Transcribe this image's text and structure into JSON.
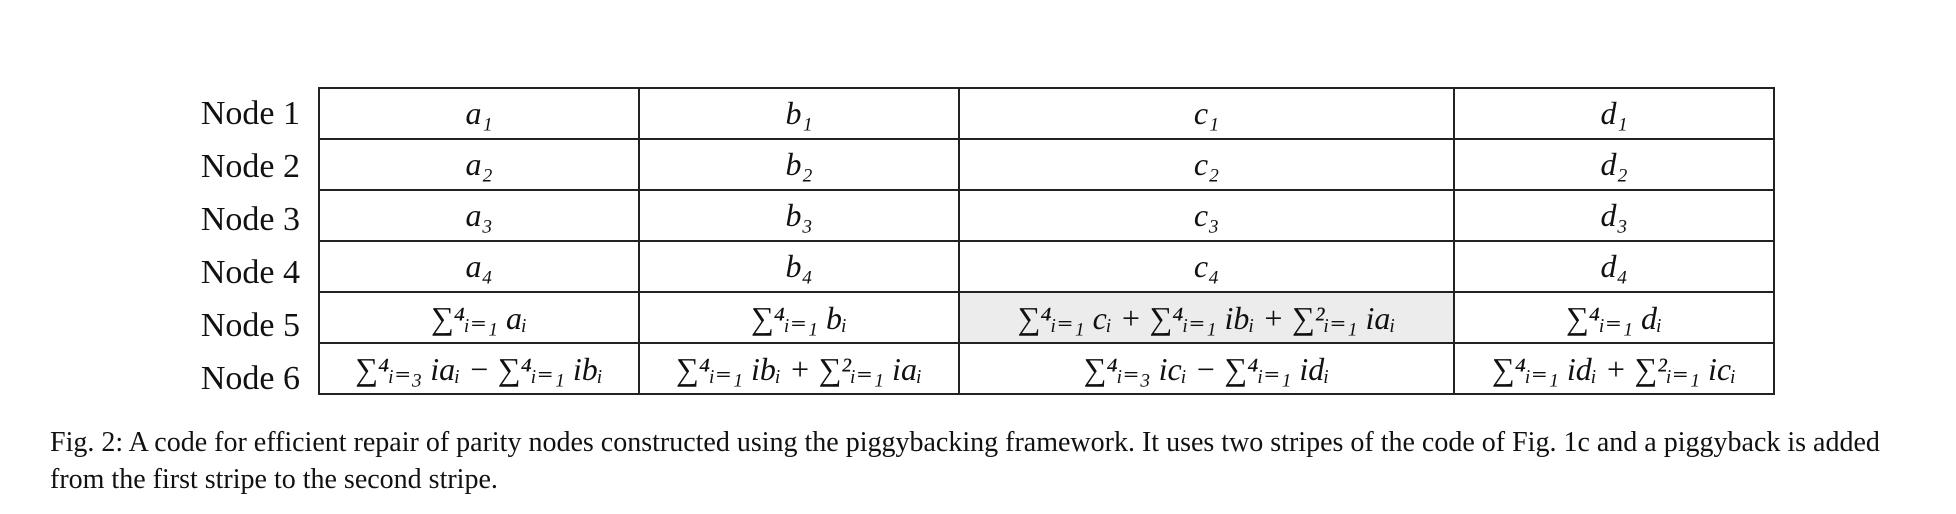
{
  "table": {
    "row_labels": [
      "Node 1",
      "Node 2",
      "Node 3",
      "Node 4",
      "Node 5",
      "Node 6"
    ],
    "rows": [
      [
        "a₁",
        "b₁",
        "c₁",
        "d₁"
      ],
      [
        "a₂",
        "b₂",
        "c₂",
        "d₂"
      ],
      [
        "a₃",
        "b₃",
        "c₃",
        "d₃"
      ],
      [
        "a₄",
        "b₄",
        "c₄",
        "d₄"
      ],
      [
        "∑⁴ᵢ₌₁ aᵢ",
        "∑⁴ᵢ₌₁ bᵢ",
        "∑⁴ᵢ₌₁ cᵢ + ∑⁴ᵢ₌₁ ibᵢ + ∑²ᵢ₌₁ iaᵢ",
        "∑⁴ᵢ₌₁ dᵢ"
      ],
      [
        "∑⁴ᵢ₌₃ iaᵢ − ∑⁴ᵢ₌₁ ibᵢ",
        "∑⁴ᵢ₌₁ ibᵢ + ∑²ᵢ₌₁ iaᵢ",
        "∑⁴ᵢ₌₃ icᵢ − ∑⁴ᵢ₌₁ idᵢ",
        "∑⁴ᵢ₌₁ idᵢ + ∑²ᵢ₌₁ icᵢ"
      ]
    ],
    "highlighted_cell": "Node 5, column 3",
    "highlight_color": "#ececec"
  },
  "caption": "Fig. 2: A code for efficient repair of parity nodes constructed using the piggybacking framework. It uses two stripes of the code of Fig. 1c and a piggyback is added from the first stripe to the second stripe."
}
